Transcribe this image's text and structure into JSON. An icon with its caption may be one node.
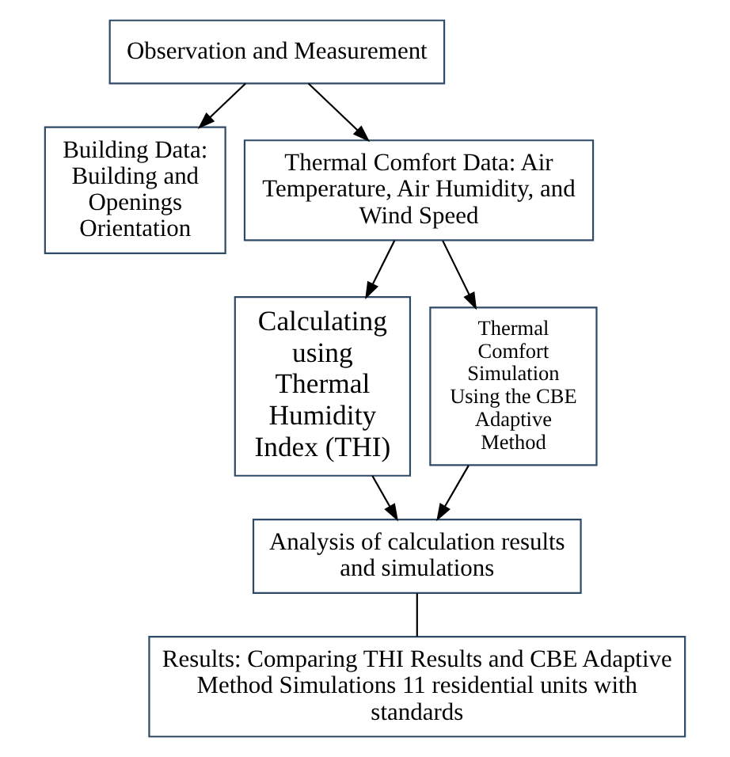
{
  "diagram": {
    "nodes": [
      {
        "text": [
          "Observation and Measurement"
        ]
      },
      {
        "text": [
          "Building Data: Building and Openings Orientation"
        ]
      },
      {
        "text": [
          "Thermal Comfort Data: Air Temperature, Air Humidity, and Wind Speed"
        ]
      },
      {
        "text": [
          "Calculating using Thermal Humidity Index (THI)"
        ]
      },
      {
        "text": [
          "Thermal Comfort Simulation Using the CBE Adaptive Method"
        ]
      },
      {
        "text": [
          "Analysis of calculation results and simulations"
        ]
      },
      {
        "text": [
          "Results: Comparing THI Results and CBE Adaptive Method Simulations 11 residential units with standards"
        ]
      }
    ],
    "edges": [
      {
        "from": 0,
        "to": 1,
        "arrow": "to"
      },
      {
        "from": 0,
        "to": 2,
        "arrow": "to"
      },
      {
        "from": 2,
        "to": 3,
        "arrow": "to"
      },
      {
        "from": 2,
        "to": 4,
        "arrow": "to"
      },
      {
        "from": 3,
        "to": 5,
        "arrow": "to"
      },
      {
        "from": 4,
        "to": 5,
        "arrow": "to"
      },
      {
        "from": 5,
        "to": 6,
        "arrow": "none"
      }
    ]
  }
}
